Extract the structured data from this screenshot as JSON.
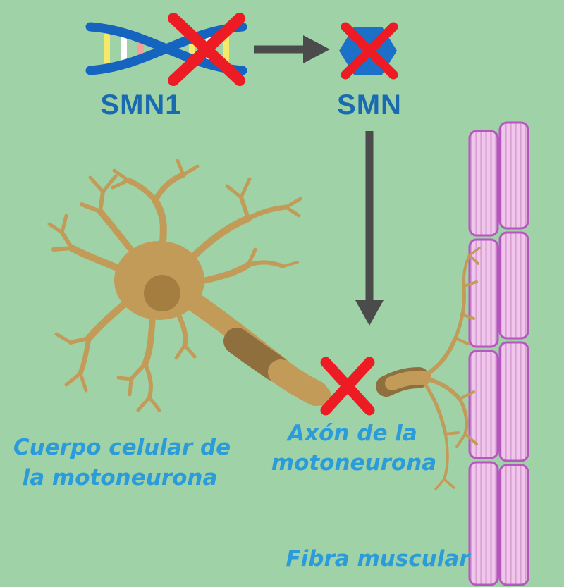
{
  "diagram_title": "SMN1 mutation and motor neuron degeneration diagram",
  "labels": {
    "gene": "SMN1",
    "protein": "SMN",
    "cell_body_line1": "Cuerpo celular de",
    "cell_body_line2": "la motoneurona",
    "axon_line1": "Axón de la",
    "axon_line2": "motoneurona",
    "muscle_fiber": "Fibra muscular"
  },
  "icons": {
    "dna": "dna-double-helix-icon",
    "protein": "protein-hexagon-icon",
    "cross": "red-x-icon",
    "arrow_right": "arrow-right-icon",
    "arrow_down": "arrow-down-icon"
  },
  "colors": {
    "background": "#9fd2a7",
    "dna_strand_blue": "#1565c0",
    "dna_rung_yellow": "#f5e969",
    "dna_rung_white": "#ffffff",
    "dna_rung_salmon": "#f2a09b",
    "protein_hexagon_blue": "#1d70c8",
    "cross_red": "#ed1c24",
    "arrow_gray": "#4b4b4b",
    "gene_label_blue": "#1a6ab0",
    "handwritten_blue": "#2b9cd9",
    "neuron_tan": "#c39b58",
    "nucleus_brown": "#a47e40",
    "myelin_dark_brown": "#8f6f3e",
    "muscle_fill_pink": "#f0c6ec",
    "muscle_stripe": "#d79fd2",
    "muscle_border_purple": "#b657c0"
  }
}
